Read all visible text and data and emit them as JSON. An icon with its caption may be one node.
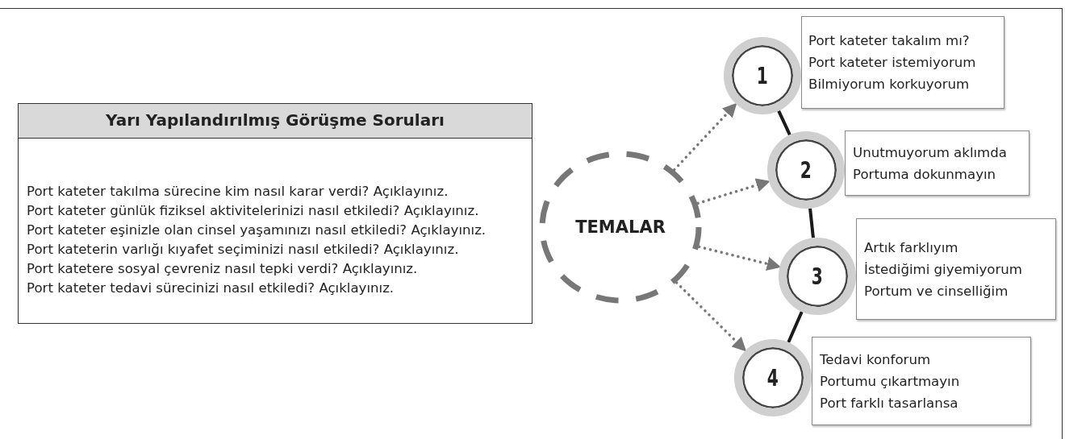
{
  "diagram": {
    "nodes": [
      {
        "text": [
          "Yarı Yapılandırılmış Görüşme Soruları",
          "Port kateter takılma sürecine kim nasıl karar verdi? Açıklayınız.",
          "Port kateter günlük fiziksel aktivitelerinizi nasıl etkiledi? Açıklayınız.",
          "Port kateter eşinizle olan cinsel yaşamınızı nasıl etkiledi? Açıklayınız.",
          "Port kateterin varlığı kıyafet seçiminizi nasıl etkiledi? Açıklayınız.",
          "Port katetere sosyal çevreniz nasıl tepki verdi? Açıklayınız.",
          "Port kateter tedavi sürecinizi nasıl etkiledi? Açıklayınız."
        ]
      },
      {
        "text": [
          "TEMALAR"
        ]
      },
      {
        "text": [
          "Port kateter takalım mı?",
          "Port kateter istemiyorum",
          "Bilmiyorum korkuyorum"
        ]
      },
      {
        "text": [
          "1"
        ]
      },
      {
        "text": [
          "Unutmuyorum aklımda",
          "Portuma dokunmayın"
        ]
      },
      {
        "text": [
          "2"
        ]
      },
      {
        "text": [
          "Artık farklıyım",
          "İstediğimi giyemiyorum",
          "Portum ve cinselliğim"
        ]
      },
      {
        "text": [
          "3"
        ]
      },
      {
        "text": [
          "Tedavi konforum",
          "Portumu çıkartmayın",
          "Port farklı tasarlansa"
        ]
      },
      {
        "text": [
          "4"
        ]
      }
    ],
    "edges": [
      {
        "from": 1,
        "to": 3,
        "arrow": "to",
        "style": "dashed"
      },
      {
        "from": 1,
        "to": 5,
        "arrow": "to",
        "style": "dashed"
      },
      {
        "from": 1,
        "to": 7,
        "arrow": "to",
        "style": "dashed"
      },
      {
        "from": 1,
        "to": 9,
        "arrow": "to",
        "style": "dashed"
      },
      {
        "from": 3,
        "to": 5,
        "arrow": "none",
        "color": "#1a1a1a"
      },
      {
        "from": 5,
        "to": 7,
        "arrow": "none",
        "color": "#1a1a1a"
      },
      {
        "from": 7,
        "to": 9,
        "arrow": "none",
        "color": "#1a1a1a"
      }
    ]
  }
}
